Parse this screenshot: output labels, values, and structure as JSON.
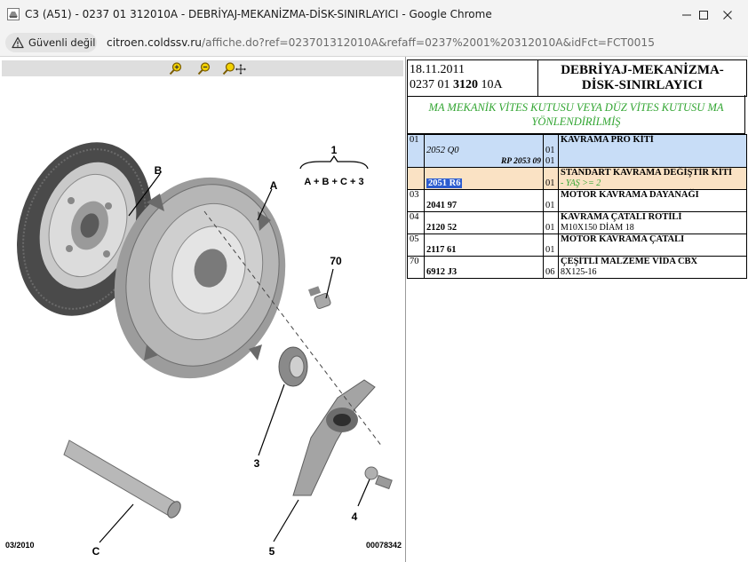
{
  "window": {
    "title": "C3 (A51) - 0237 01 312010A - DEBRİYAJ-MEKANİZMA-DİSK-SINIRLAYICI - Google Chrome",
    "controls": [
      "minimize",
      "maximize",
      "close"
    ]
  },
  "addressbar": {
    "security_label": "Güvenli değil",
    "url_host": "citroen.coldssv.ru",
    "url_path": "/affiche.do?ref=023701312010A&refaff=0237%2001%20312010A&idFct=FCT0015"
  },
  "diagram": {
    "zoom_tools": [
      "zoom-in",
      "zoom-out",
      "zoom-pan"
    ],
    "labels": {
      "a": "A",
      "b": "B",
      "c": "C",
      "n1": "1",
      "n3": "3",
      "n4": "4",
      "n5": "5",
      "n70": "70",
      "kit_formula": "A + B + C + 3"
    },
    "date_code": "03/2010",
    "image_code": "00078342"
  },
  "header": {
    "date": "18.11.2011",
    "ref_prefix": "0237 01 ",
    "ref_bold": "3120",
    "ref_suffix": " 10A",
    "title_line1": "DEBRİYAJ-MEKANİZMA-",
    "title_line2": "DİSK-SINIRLAYICI",
    "note": "MA MEKANİK VİTES KUTUSU VEYA DÜZ VİTES KUTUSU MA YÖNLENDİRİLMİŞ"
  },
  "colors": {
    "note_green": "#32a532",
    "row_blue": "#c8ddf7",
    "row_orange": "#fae2c4",
    "selection_blue": "#2c5ccf"
  },
  "parts": [
    {
      "no": "01",
      "ref": "2052 Q0",
      "ref_alt": "RP 2053 09",
      "qty": "01",
      "qty2": "01",
      "title": "KAVRAMA PRO KİTİ",
      "sub": "",
      "green": ""
    },
    {
      "no": "",
      "ref": "2051 R6",
      "ref_alt": "",
      "qty": "01",
      "qty2": "",
      "title": "STANDART KAVRAMA DEĞİŞTİR KİTİ",
      "sub": "",
      "green": "- YAŞ >= 2"
    },
    {
      "no": "03",
      "ref": "2041 97",
      "ref_alt": "",
      "qty": "01",
      "qty2": "",
      "title": "MOTOR KAVRAMA DAYANAĞI",
      "sub": "",
      "green": ""
    },
    {
      "no": "04",
      "ref": "2120 52",
      "ref_alt": "",
      "qty": "01",
      "qty2": "",
      "title": "KAVRAMA ÇATALI ROTİLİ",
      "sub": "M10X150 DİAM 18",
      "green": ""
    },
    {
      "no": "05",
      "ref": "2117 61",
      "ref_alt": "",
      "qty": "01",
      "qty2": "",
      "title": "MOTOR KAVRAMA ÇATALI",
      "sub": "",
      "green": ""
    },
    {
      "no": "70",
      "ref": "6912 J3",
      "ref_alt": "",
      "qty": "06",
      "qty2": "",
      "title": "ÇEŞİTLİ MALZEME VİDA CBX",
      "sub": "8X125-16",
      "green": ""
    }
  ]
}
